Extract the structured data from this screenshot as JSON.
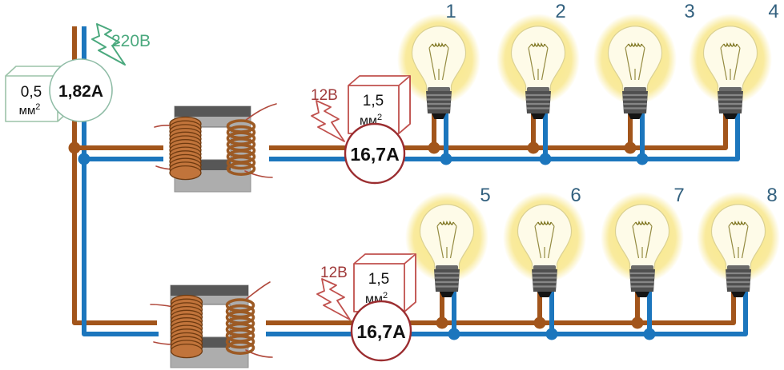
{
  "source": {
    "flash_icon": "lightning-icon",
    "voltage_label": "220В",
    "meter_current": "1,82А",
    "wire_gauge": {
      "value": "0,5",
      "unit": "мм",
      "sup": "2"
    }
  },
  "line1": {
    "flash_icon": "lightning-icon",
    "voltage_label": "12В",
    "meter_current": "16,7А",
    "wire_gauge": {
      "value": "1,5",
      "unit": "мм",
      "sup": "2"
    },
    "bulb_numbers": [
      "1",
      "2",
      "3",
      "4"
    ]
  },
  "line2": {
    "flash_icon": "lightning-icon",
    "voltage_label": "12В",
    "meter_current": "16,7А",
    "wire_gauge": {
      "value": "1,5",
      "unit": "мм",
      "sup": "2"
    },
    "bulb_numbers": [
      "5",
      "6",
      "7",
      "8"
    ]
  },
  "colors": {
    "wire_phase_brown": "#A2551B",
    "wire_neutral_blue": "#1C76BD",
    "source_green": "#4BA97E",
    "line_red": "#C0504D",
    "meter_ring_red": "#9B2D30",
    "bulb_number_blue": "#33617F"
  }
}
